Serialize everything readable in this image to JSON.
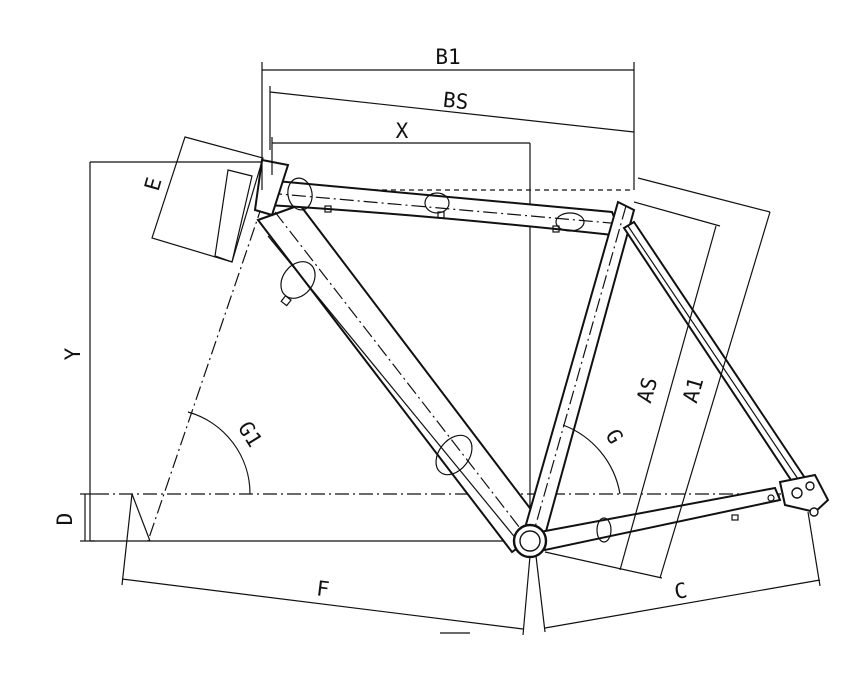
{
  "labels": {
    "b1": "B1",
    "bs": "BS",
    "x": "X",
    "e": "E",
    "y": "Y",
    "d": "D",
    "g1": "G1",
    "g": "G",
    "as": "AS",
    "a1": "A1",
    "f": "F",
    "c": "C"
  }
}
